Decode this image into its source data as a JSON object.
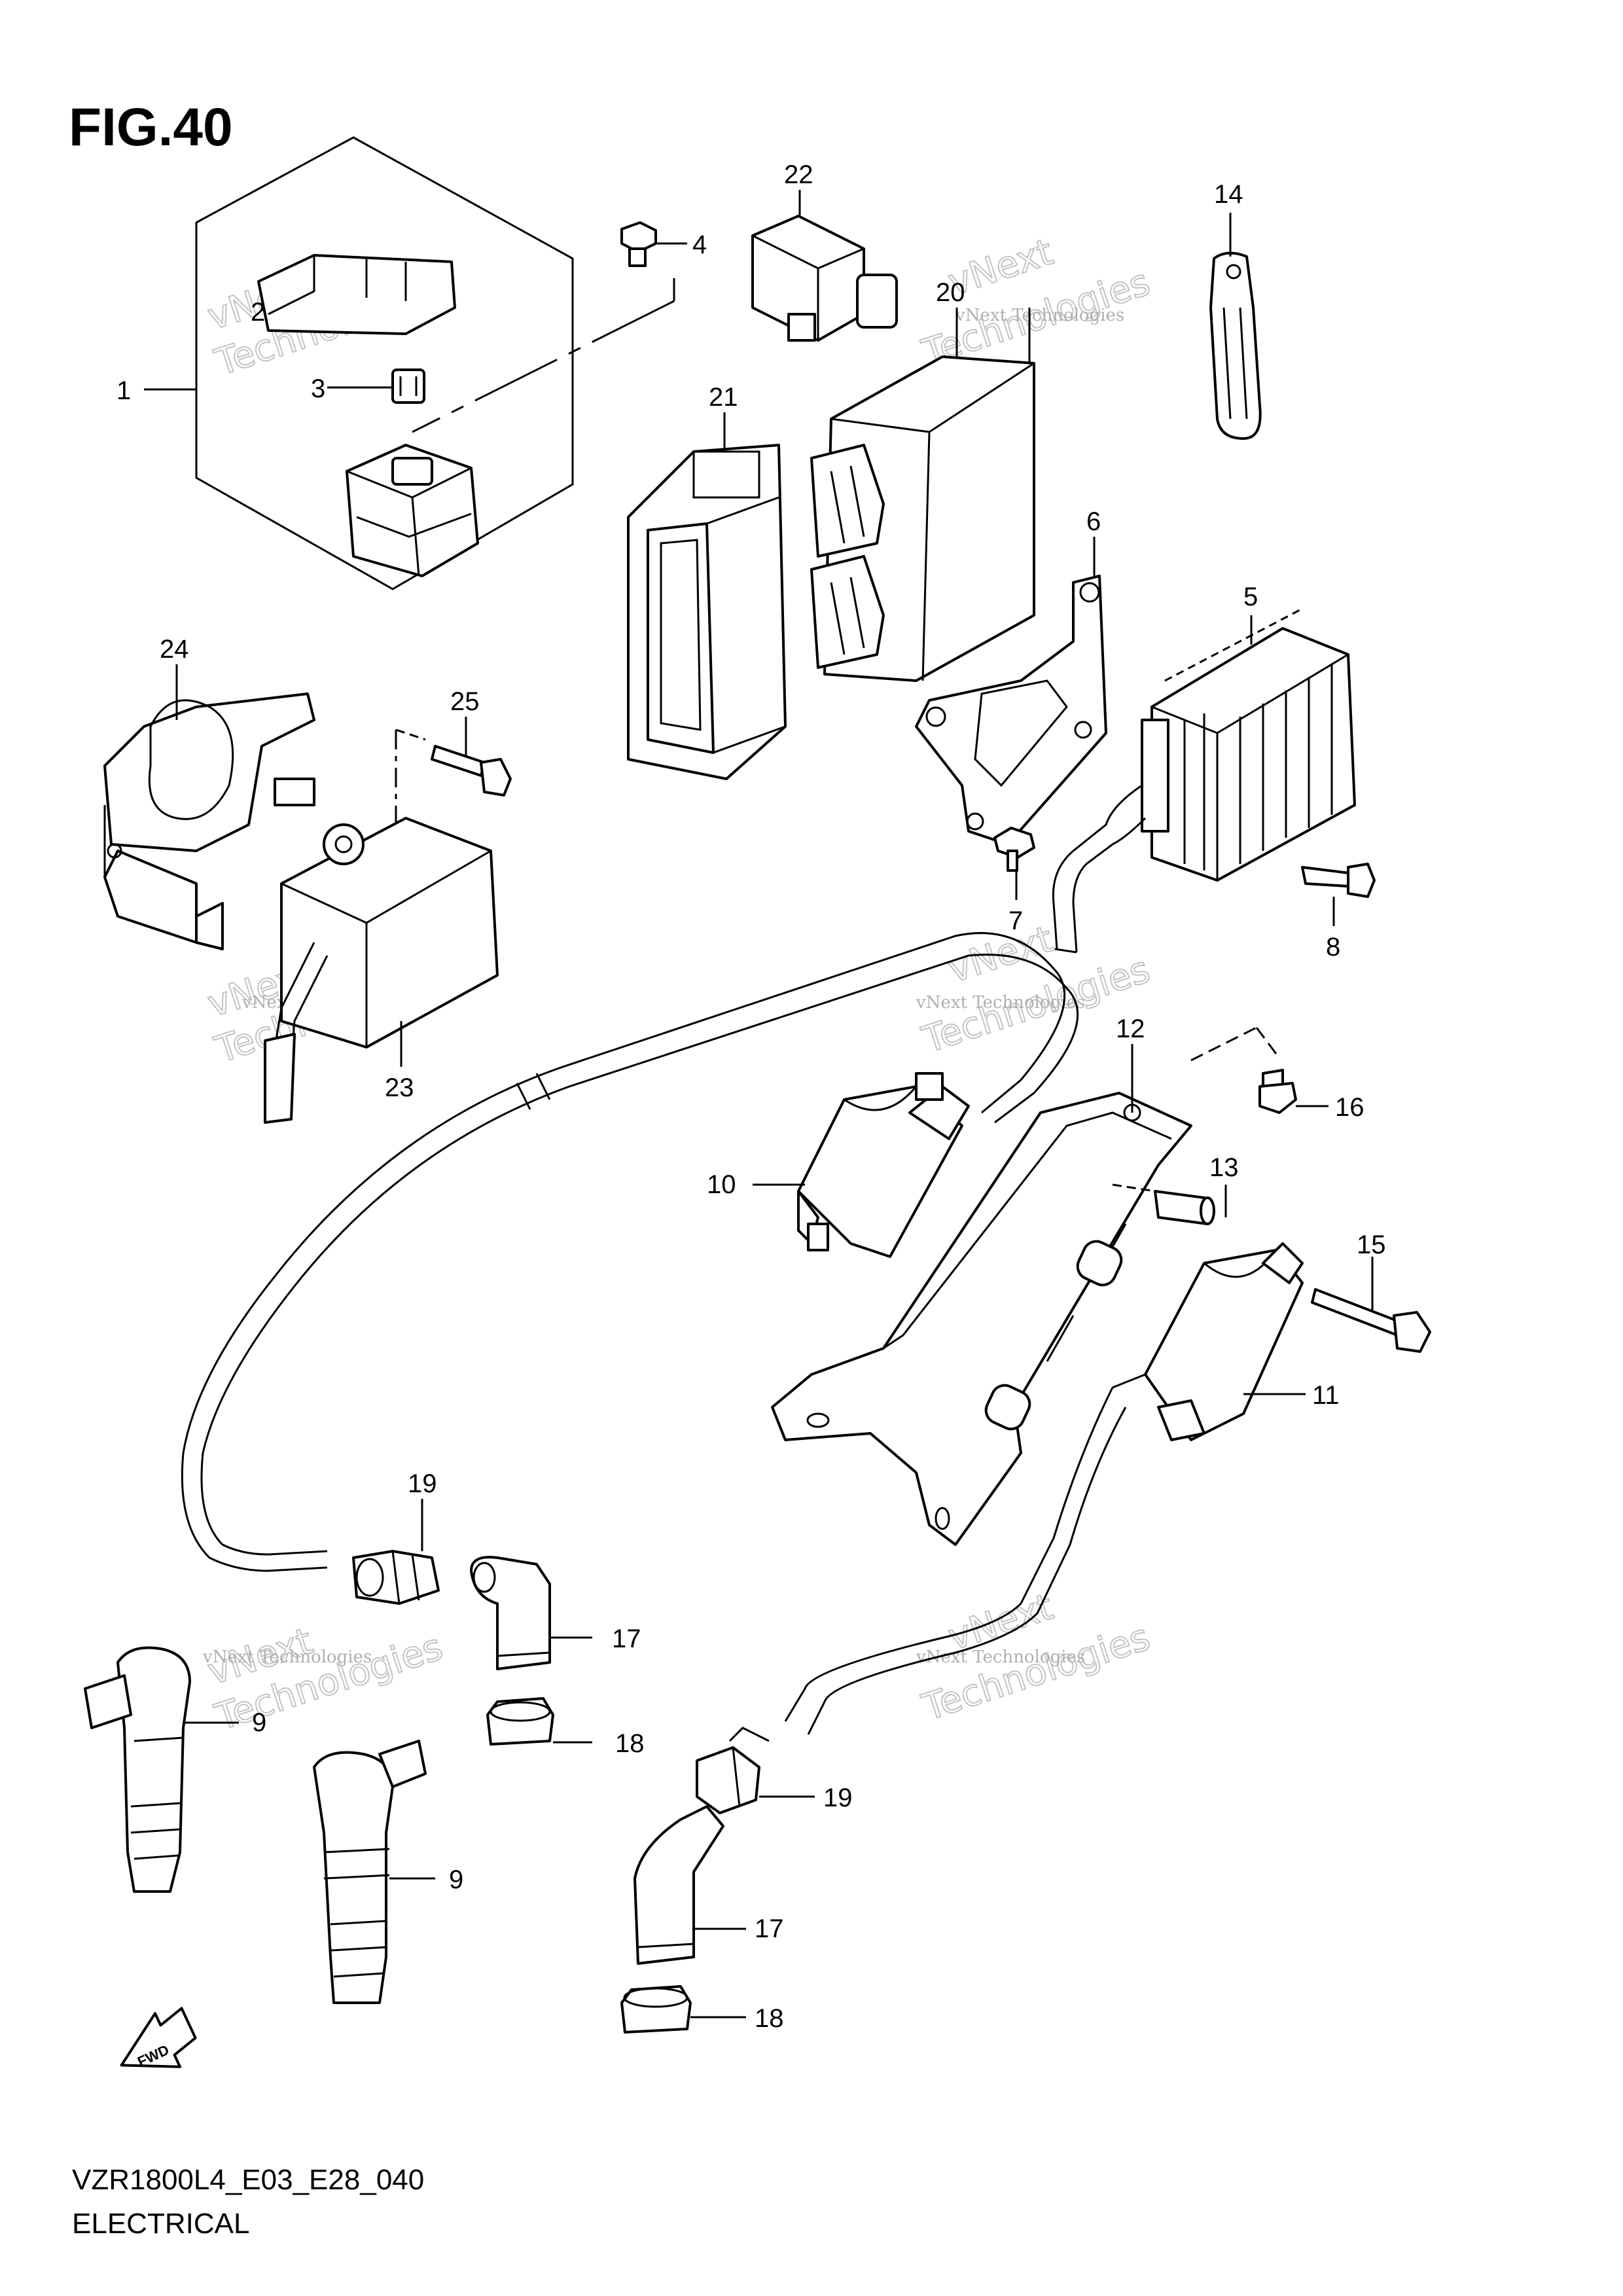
{
  "figure": {
    "title": "FIG.40",
    "model_code": "VZR1800L4_E03_E28_040",
    "section": "ELECTRICAL"
  },
  "watermark": {
    "line1": "vNext Technologies",
    "line2": "vNext",
    "line3": "Technologies"
  },
  "direction_marker": "FWD",
  "callouts": [
    {
      "id": "c1",
      "label": "1"
    },
    {
      "id": "c2",
      "label": "2"
    },
    {
      "id": "c3",
      "label": "3"
    },
    {
      "id": "c4",
      "label": "4"
    },
    {
      "id": "c5",
      "label": "5"
    },
    {
      "id": "c6",
      "label": "6"
    },
    {
      "id": "c7",
      "label": "7"
    },
    {
      "id": "c8",
      "label": "8"
    },
    {
      "id": "c9a",
      "label": "9"
    },
    {
      "id": "c9b",
      "label": "9"
    },
    {
      "id": "c10",
      "label": "10"
    },
    {
      "id": "c11",
      "label": "11"
    },
    {
      "id": "c12",
      "label": "12"
    },
    {
      "id": "c13",
      "label": "13"
    },
    {
      "id": "c14",
      "label": "14"
    },
    {
      "id": "c15",
      "label": "15"
    },
    {
      "id": "c16",
      "label": "16"
    },
    {
      "id": "c17a",
      "label": "17"
    },
    {
      "id": "c17b",
      "label": "17"
    },
    {
      "id": "c18a",
      "label": "18"
    },
    {
      "id": "c18b",
      "label": "18"
    },
    {
      "id": "c19a",
      "label": "19"
    },
    {
      "id": "c19b",
      "label": "19"
    },
    {
      "id": "c20",
      "label": "20"
    },
    {
      "id": "c21",
      "label": "21"
    },
    {
      "id": "c22",
      "label": "22"
    },
    {
      "id": "c23",
      "label": "23"
    },
    {
      "id": "c24",
      "label": "24"
    },
    {
      "id": "c25",
      "label": "25"
    }
  ]
}
